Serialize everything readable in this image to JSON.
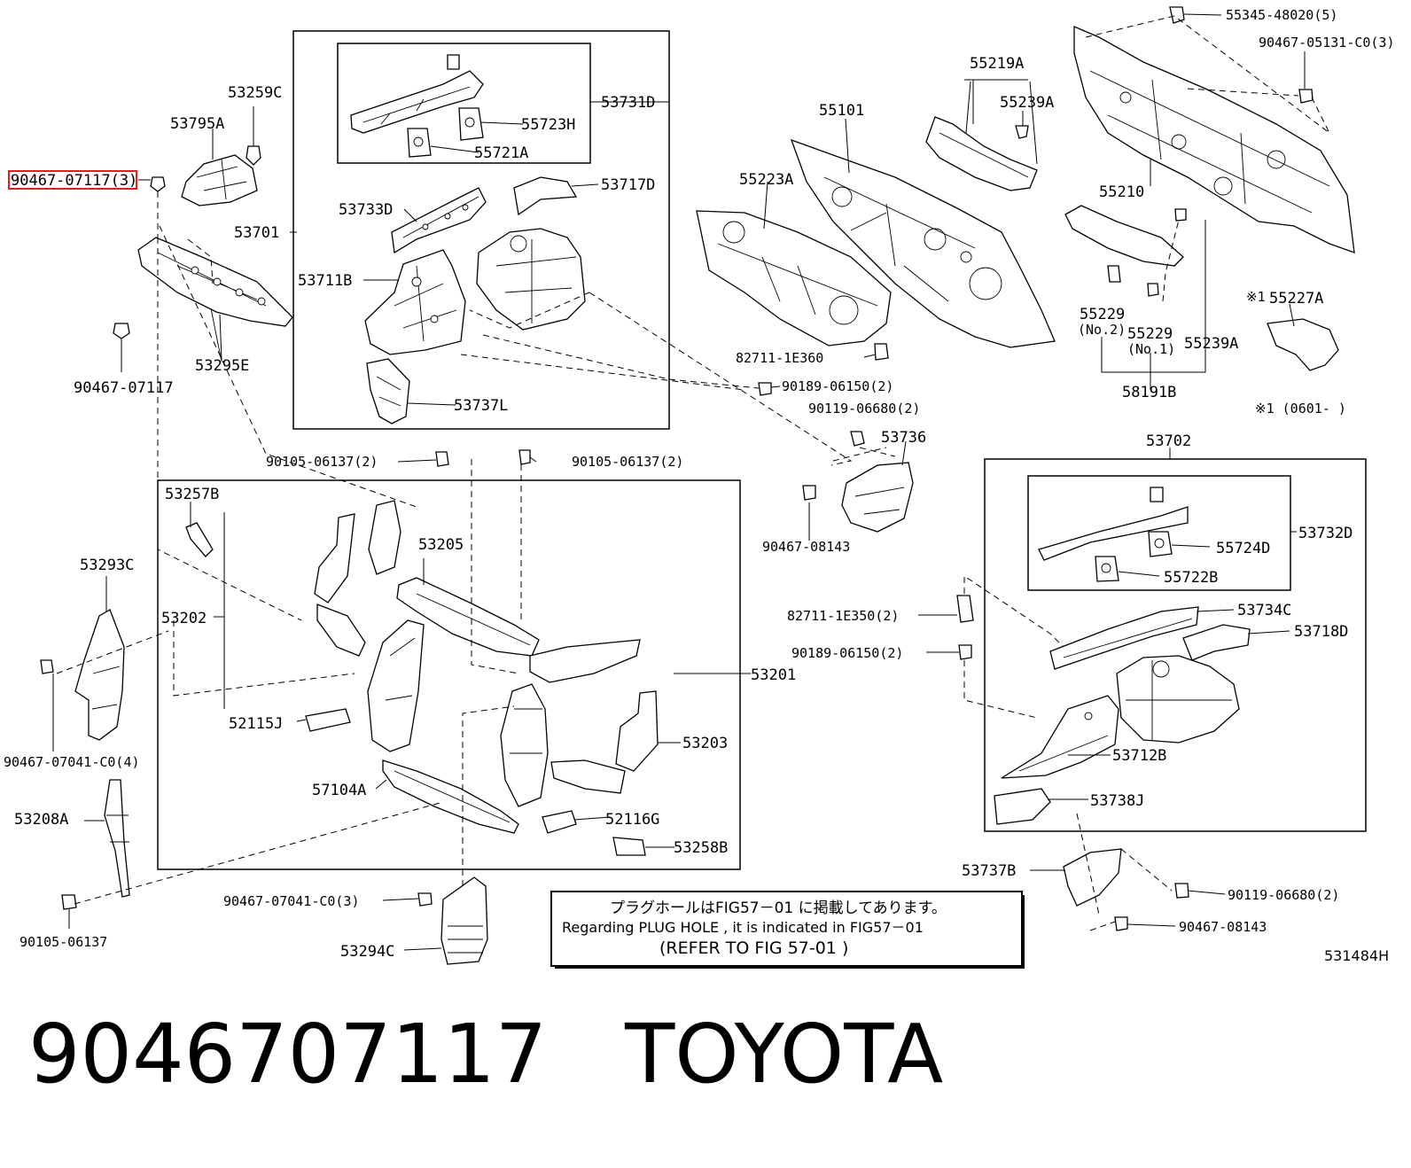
{
  "parts": {
    "p_90467_07117_3": "90467-07117(3)",
    "p_53795A": "53795A",
    "p_53259C": "53259C",
    "p_53701": "53701",
    "p_53295E": "53295E",
    "p_90467_07117": "90467-07117",
    "p_53731D": "53731D",
    "p_55723H": "55723H",
    "p_55721A": "55721A",
    "p_53717D": "53717D",
    "p_53733D": "53733D",
    "p_53711B": "53711B",
    "p_53737L": "53737L",
    "p_55101": "55101",
    "p_55223A": "55223A",
    "p_82711_1E360": "82711-1E360",
    "p_90189_06150_2a": "90189-06150(2)",
    "p_90119_06680_2a": "90119-06680(2)",
    "p_53736": "53736",
    "p_90467_08143a": "90467-08143",
    "p_55219A": "55219A",
    "p_55239A_top": "55239A",
    "p_55210": "55210",
    "p_55345_48020": "55345-48020(5)",
    "p_90467_05131": "90467-05131-C0(3)",
    "p_55229_no2": "55229",
    "p_no2": "(No.2)",
    "p_55229_no1": "55229",
    "p_no1": "(No.1)",
    "p_55239A_bot": "55239A",
    "p_58191B": "58191B",
    "p_55227A_mark": "※1",
    "p_55227A": "55227A",
    "p_note_0601": "※1 (0601-     )",
    "p_90105_06137_2a": "90105-06137(2)",
    "p_90105_06137_2b": "90105-06137(2)",
    "p_53257B": "53257B",
    "p_53205": "53205",
    "p_53202": "53202",
    "p_52115J": "52115J",
    "p_53201": "53201",
    "p_53203": "53203",
    "p_57104A": "57104A",
    "p_52116G": "52116G",
    "p_53258B": "53258B",
    "p_53293C": "53293C",
    "p_90467_07041_C0_4": "90467-07041-C0(4)",
    "p_53208A": "53208A",
    "p_90105_06137": "90105-06137",
    "p_90467_07041_C0_3": "90467-07041-C0(3)",
    "p_53294C": "53294C",
    "p_53702": "53702",
    "p_53732D": "53732D",
    "p_55724D": "55724D",
    "p_55722B": "55722B",
    "p_82711_1E350_2": "82711-1E350(2)",
    "p_53734C": "53734C",
    "p_53718D": "53718D",
    "p_90189_06150_2b": "90189-06150(2)",
    "p_53712B": "53712B",
    "p_53738J": "53738J",
    "p_53737B": "53737B",
    "p_90119_06680_2b": "90119-06680(2)",
    "p_90467_08143b": "90467-08143",
    "p_531484H": "531484H"
  },
  "note": {
    "line1": "プラグホールはFIG57－01 に掲載してあります。",
    "line2": "Regarding  PLUG HOLE , it is indicated  in  FIG57－01",
    "line3": "(REFER TO FIG  57-01 )"
  },
  "caption": {
    "part_number": "9046707117",
    "brand": "TOYOTA"
  },
  "highlight": {
    "color": "#e0201f",
    "target": "90467-07117(3)"
  }
}
